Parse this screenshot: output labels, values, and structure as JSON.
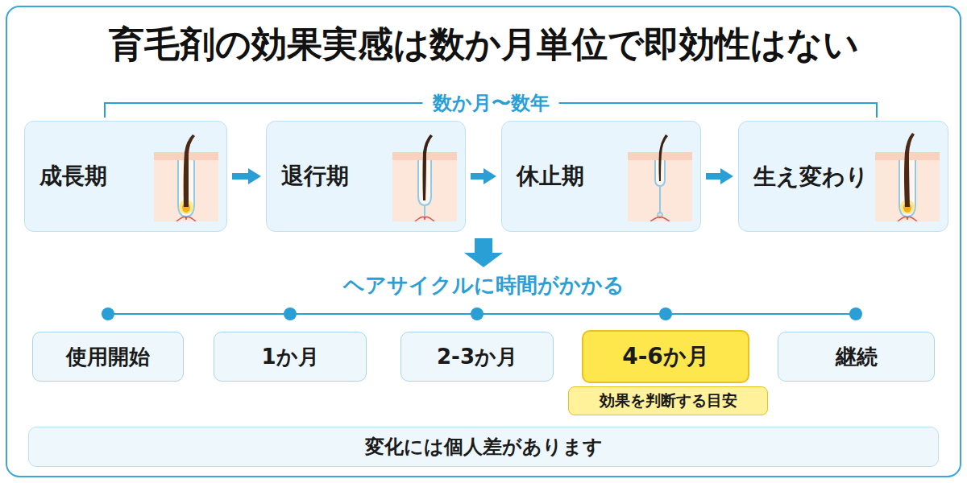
{
  "diagram": {
    "title": "育毛剤の効果実感は数か月単位で即効性はない",
    "nodes": [
      {
        "text": [
          "成長期"
        ]
      },
      {
        "text": [
          "退行期"
        ]
      },
      {
        "text": [
          "休止期"
        ]
      },
      {
        "text": [
          "生え変わり"
        ]
      },
      {
        "text": [
          "使用開始"
        ]
      },
      {
        "text": [
          "1か月"
        ]
      },
      {
        "text": [
          "2-3か月"
        ]
      },
      {
        "text": [
          "4-6か月"
        ]
      },
      {
        "text": [
          "効果を判断する目安"
        ]
      },
      {
        "text": [
          "継続"
        ]
      },
      {
        "text": [
          "変化には個人差があります"
        ]
      }
    ],
    "edges": [
      {
        "from": 0,
        "to": 1,
        "arrow": "to"
      },
      {
        "from": 1,
        "to": 2,
        "arrow": "to"
      },
      {
        "from": 2,
        "to": 3,
        "arrow": "to"
      }
    ],
    "labels": [
      "数か月〜数年",
      "ヘアサイクルに時間がかかる"
    ]
  }
}
